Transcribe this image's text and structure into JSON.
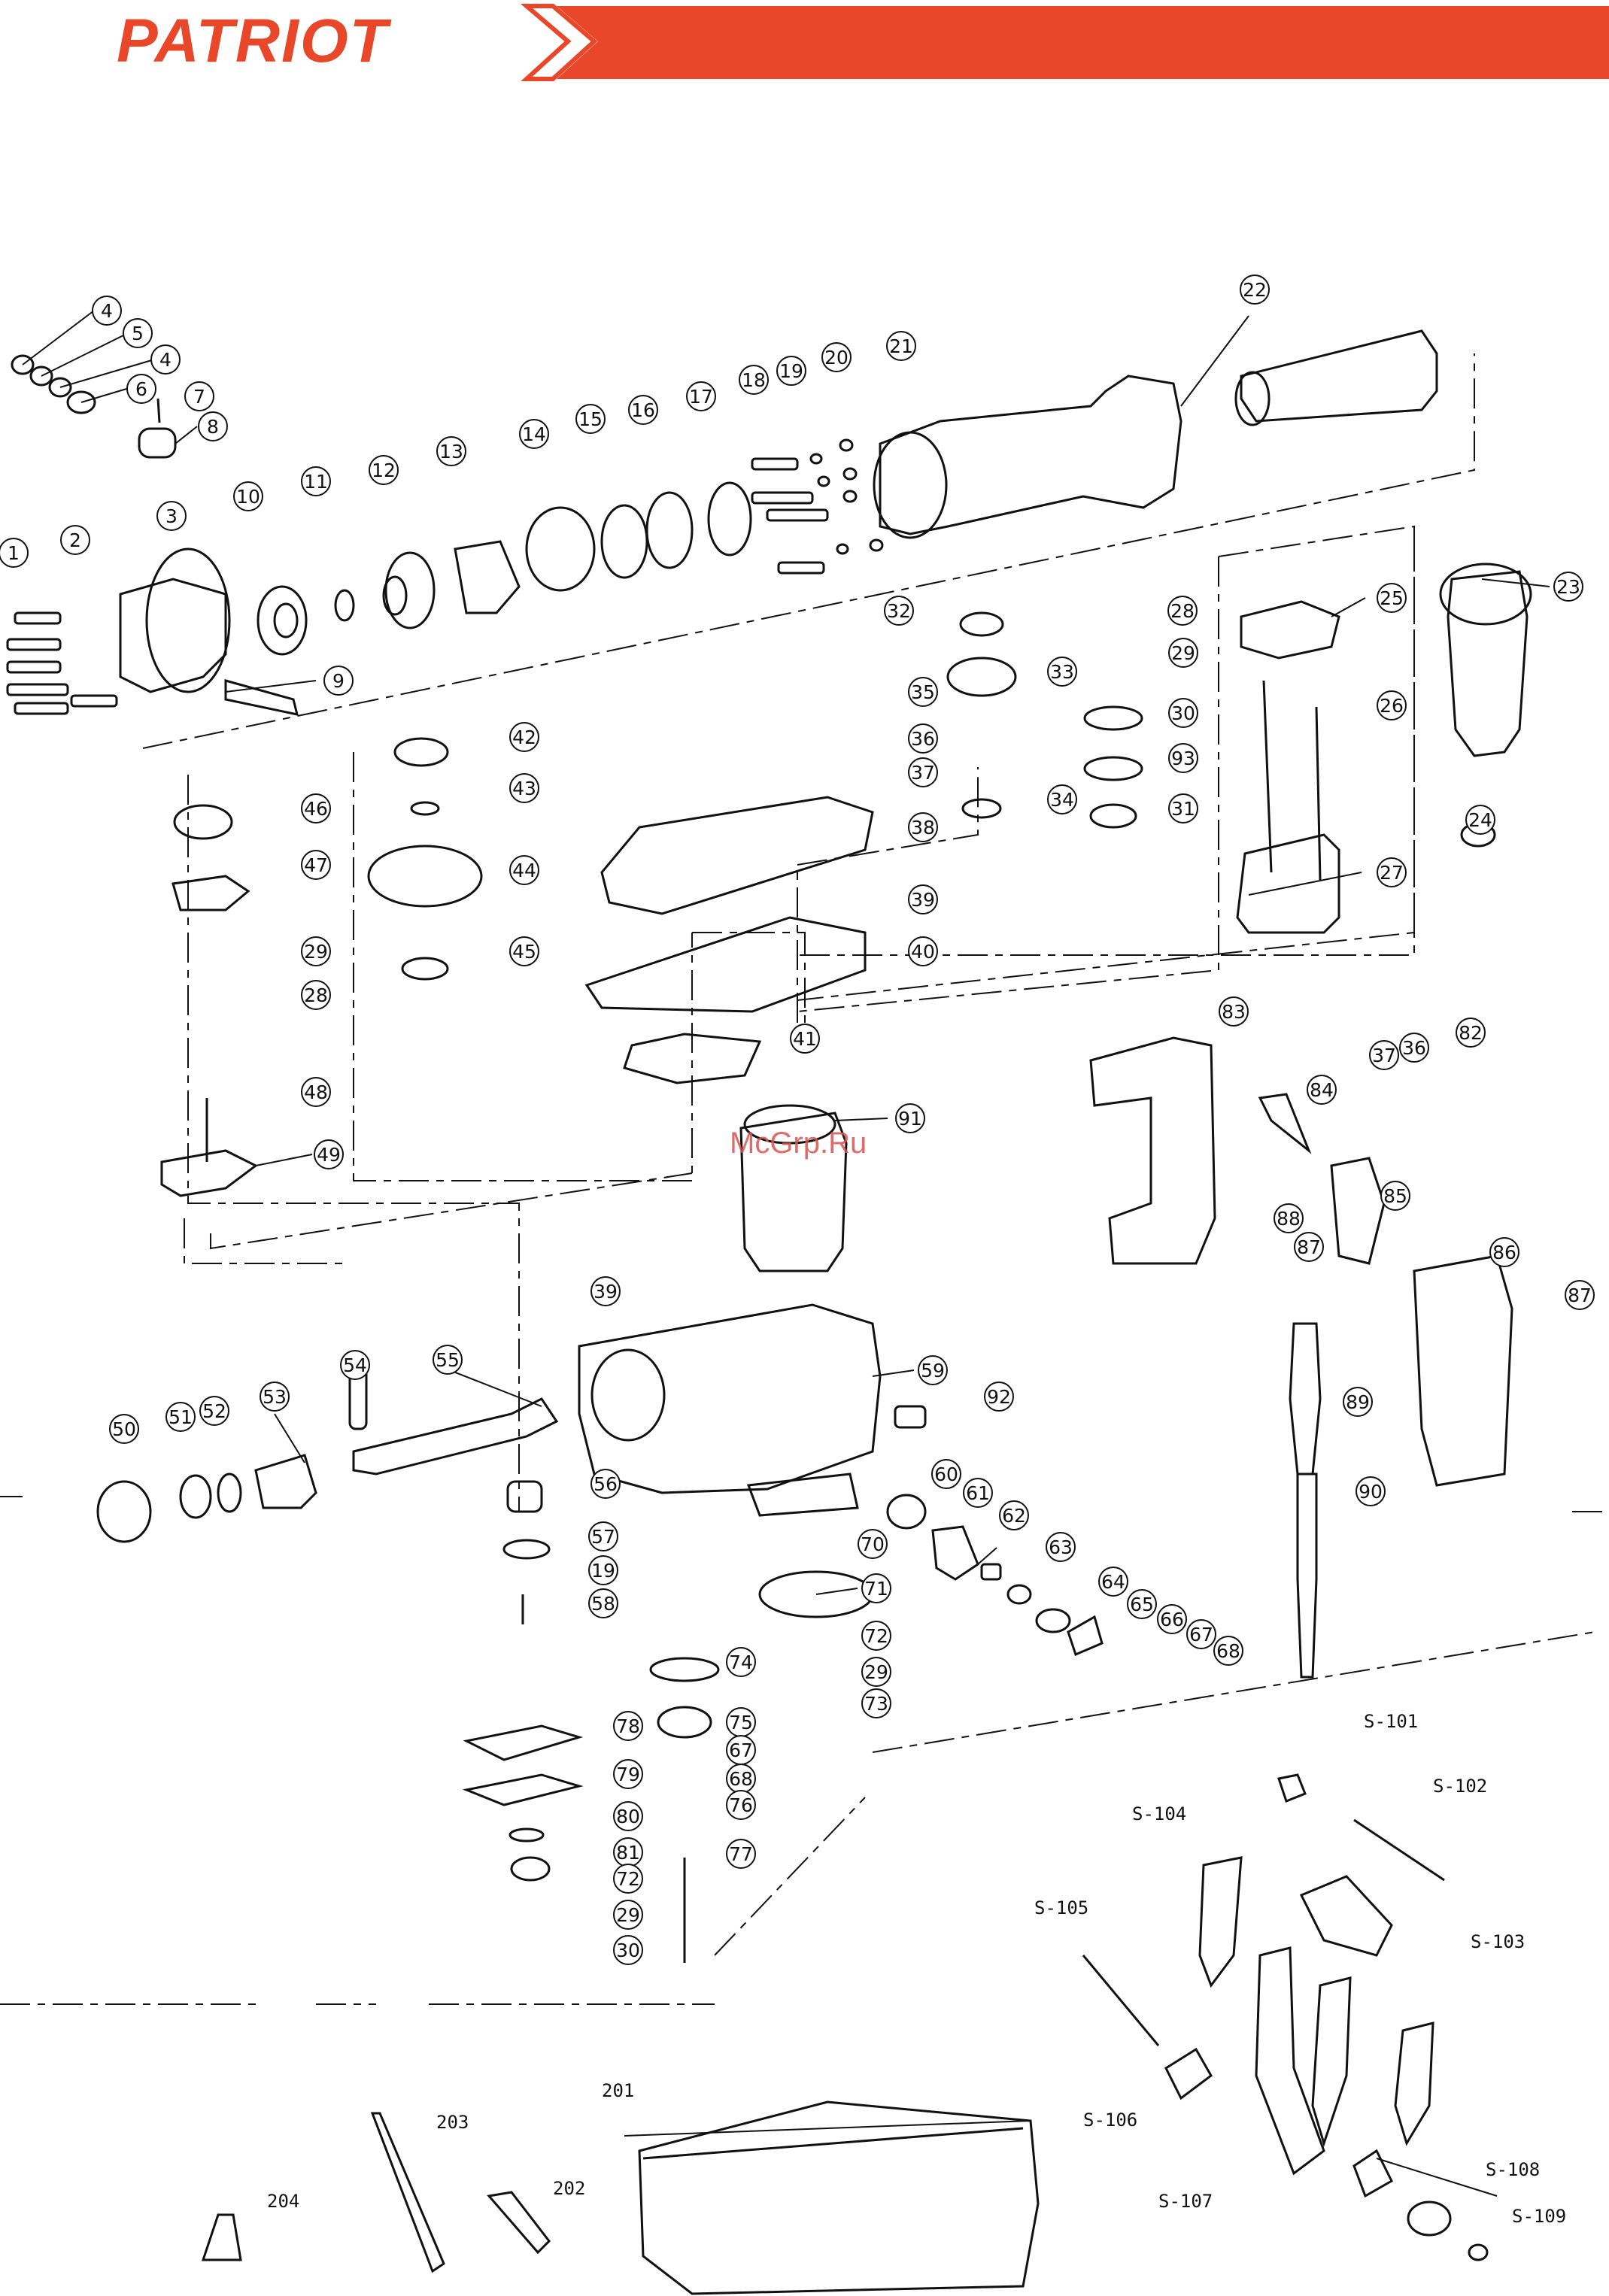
{
  "header": {
    "brand": "PATRIOT",
    "brand_color": "#e8472a",
    "accent_color": "#e8472a"
  },
  "watermark": "McGrp.Ru",
  "callouts": [
    {
      "label": "1"
    },
    {
      "label": "2"
    },
    {
      "label": "3"
    },
    {
      "label": "4"
    },
    {
      "label": "5"
    },
    {
      "label": "4"
    },
    {
      "label": "6"
    },
    {
      "label": "7"
    },
    {
      "label": "8"
    },
    {
      "label": "9"
    },
    {
      "label": "10"
    },
    {
      "label": "11"
    },
    {
      "label": "12"
    },
    {
      "label": "13"
    },
    {
      "label": "14"
    },
    {
      "label": "15"
    },
    {
      "label": "16"
    },
    {
      "label": "17"
    },
    {
      "label": "18"
    },
    {
      "label": "19"
    },
    {
      "label": "20"
    },
    {
      "label": "21"
    },
    {
      "label": "22"
    },
    {
      "label": "23"
    },
    {
      "label": "24"
    },
    {
      "label": "25"
    },
    {
      "label": "26"
    },
    {
      "label": "27"
    },
    {
      "label": "28"
    },
    {
      "label": "29"
    },
    {
      "label": "30"
    },
    {
      "label": "93"
    },
    {
      "label": "31"
    },
    {
      "label": "32"
    },
    {
      "label": "33"
    },
    {
      "label": "34"
    },
    {
      "label": "35"
    },
    {
      "label": "36"
    },
    {
      "label": "37"
    },
    {
      "label": "38"
    },
    {
      "label": "39"
    },
    {
      "label": "40"
    },
    {
      "label": "41"
    },
    {
      "label": "42"
    },
    {
      "label": "43"
    },
    {
      "label": "44"
    },
    {
      "label": "45"
    },
    {
      "label": "46"
    },
    {
      "label": "47"
    },
    {
      "label": "29"
    },
    {
      "label": "28"
    },
    {
      "label": "48"
    },
    {
      "label": "49"
    },
    {
      "label": "37"
    },
    {
      "label": "36"
    },
    {
      "label": "82"
    },
    {
      "label": "83"
    },
    {
      "label": "84"
    },
    {
      "label": "85"
    },
    {
      "label": "88"
    },
    {
      "label": "87"
    },
    {
      "label": "86"
    },
    {
      "label": "87"
    },
    {
      "label": "89"
    },
    {
      "label": "90"
    },
    {
      "label": "91"
    },
    {
      "label": "92"
    },
    {
      "label": "39"
    },
    {
      "label": "59"
    },
    {
      "label": "50"
    },
    {
      "label": "51"
    },
    {
      "label": "52"
    },
    {
      "label": "53"
    },
    {
      "label": "54"
    },
    {
      "label": "55"
    },
    {
      "label": "56"
    },
    {
      "label": "57"
    },
    {
      "label": "19"
    },
    {
      "label": "58"
    },
    {
      "label": "60"
    },
    {
      "label": "61"
    },
    {
      "label": "62"
    },
    {
      "label": "63"
    },
    {
      "label": "64"
    },
    {
      "label": "65"
    },
    {
      "label": "66"
    },
    {
      "label": "67"
    },
    {
      "label": "68"
    },
    {
      "label": "70"
    },
    {
      "label": "71"
    },
    {
      "label": "72"
    },
    {
      "label": "29"
    },
    {
      "label": "73"
    },
    {
      "label": "74"
    },
    {
      "label": "75"
    },
    {
      "label": "67"
    },
    {
      "label": "68"
    },
    {
      "label": "76"
    },
    {
      "label": "77"
    },
    {
      "label": "78"
    },
    {
      "label": "79"
    },
    {
      "label": "80"
    },
    {
      "label": "81"
    },
    {
      "label": "72"
    },
    {
      "label": "29"
    },
    {
      "label": "30"
    }
  ],
  "s_labels": [
    {
      "label": "S-101"
    },
    {
      "label": "S-102"
    },
    {
      "label": "S-103"
    },
    {
      "label": "S-104"
    },
    {
      "label": "S-105"
    },
    {
      "label": "S-106"
    },
    {
      "label": "S-107"
    },
    {
      "label": "S-108"
    },
    {
      "label": "S-109"
    },
    {
      "label": "201"
    },
    {
      "label": "202"
    },
    {
      "label": "203"
    },
    {
      "label": "204"
    }
  ]
}
